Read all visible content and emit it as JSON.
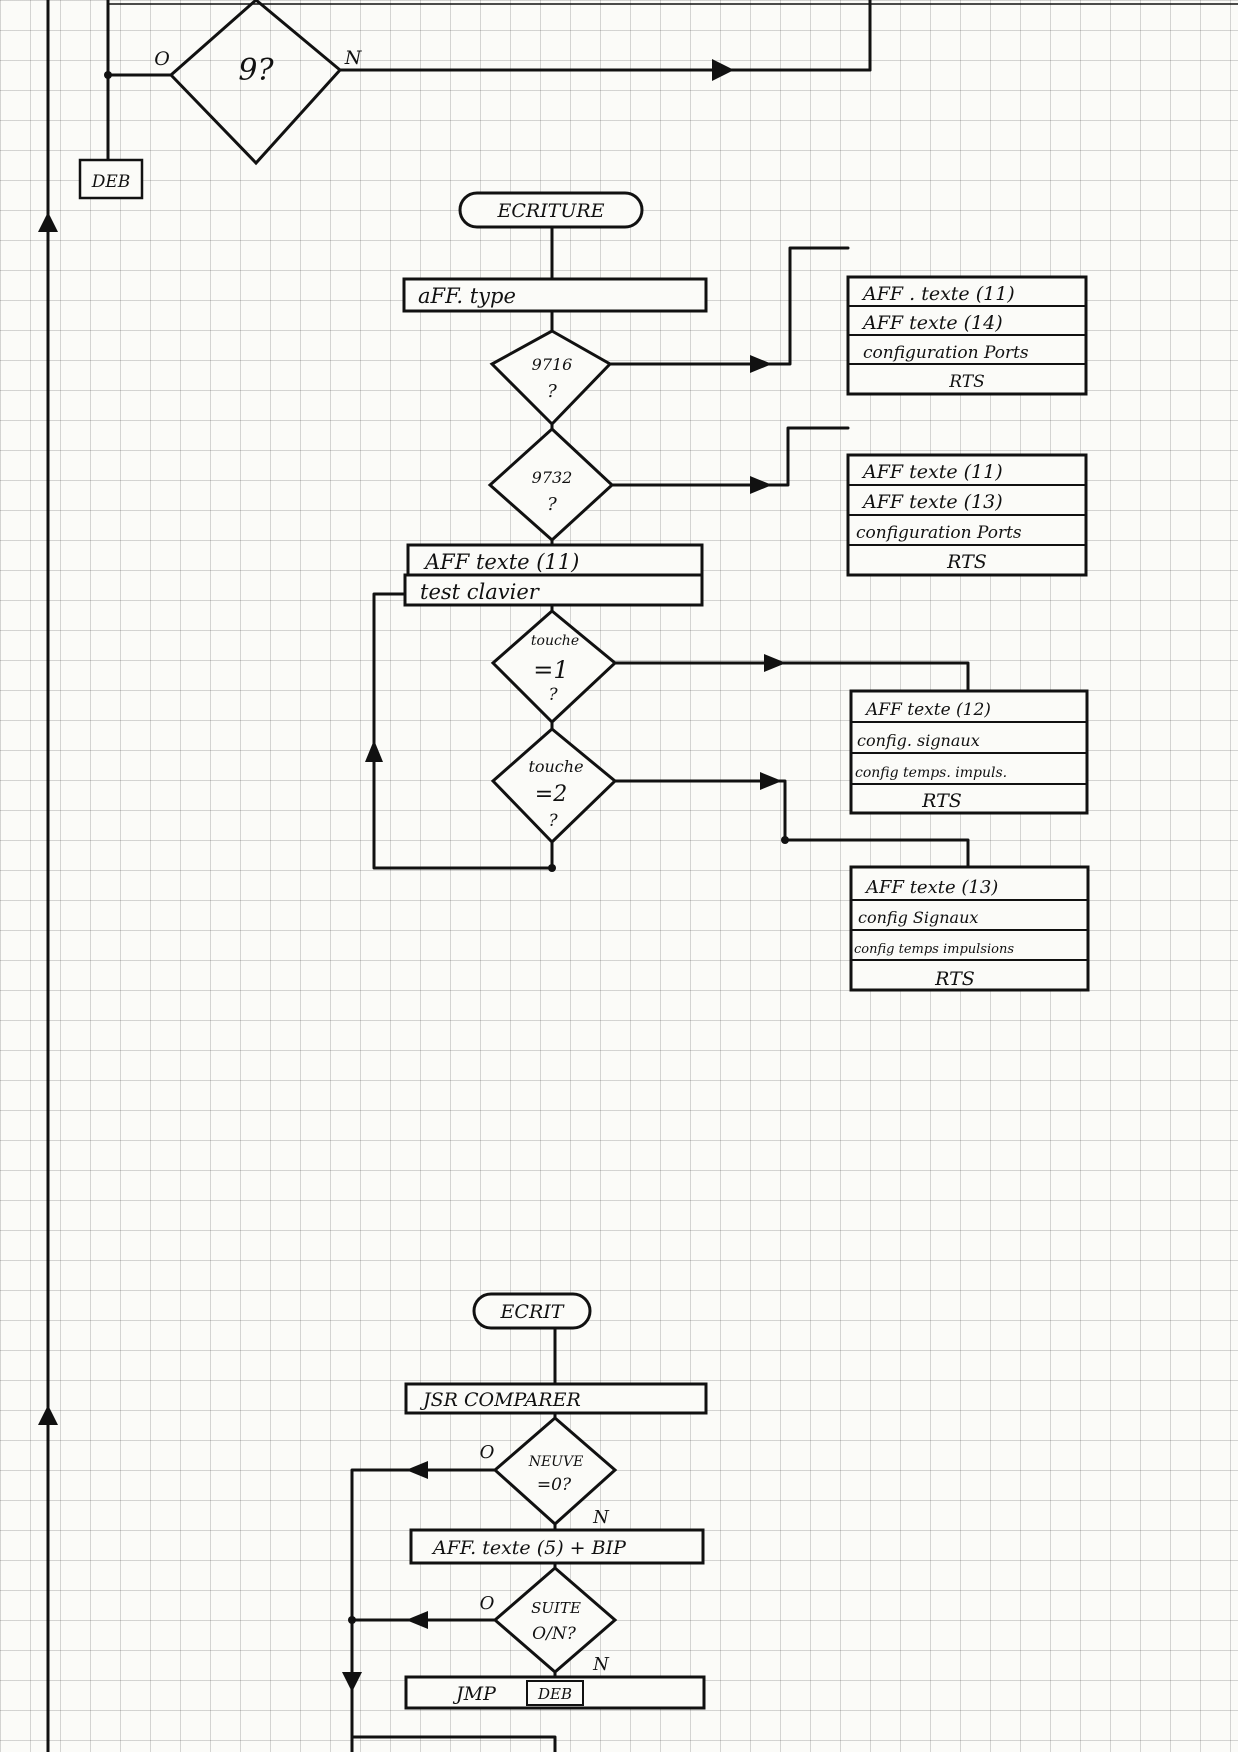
{
  "colors": {
    "ink": "#111111",
    "paper": "#fbfbf8",
    "grid": "#5a5a5a"
  },
  "top": {
    "decision": {
      "text": "9?",
      "yes": "O",
      "no": "N"
    },
    "deb_label": "DEB"
  },
  "ecriture": {
    "terminal": "ECRITURE",
    "aff_type": "aFF. type",
    "d1": {
      "line1": "9716",
      "line2": "?"
    },
    "d2": {
      "line1": "9732",
      "line2": "?"
    },
    "b1": [
      "AFF . texte (11)",
      "AFF texte (14)",
      "configuration Ports",
      "RTS"
    ],
    "b2": [
      "AFF texte (11)",
      "AFF texte (13)",
      "configuration Ports",
      "RTS"
    ],
    "p1": "AFF texte (11)",
    "p2": "test clavier",
    "d3": {
      "line1": "touche",
      "line2": "=1",
      "line3": "?"
    },
    "d4": {
      "line1": "touche",
      "line2": "=2",
      "line3": "?"
    },
    "b3": [
      "AFF texte (12)",
      "config. signaux",
      "config temps. impuls.",
      "RTS"
    ],
    "b4": [
      "AFF texte (13)",
      "config Signaux",
      "config temps impulsions",
      "RTS"
    ]
  },
  "ecrit": {
    "terminal": "ECRIT",
    "p1": "JSR COMPARER",
    "d1": {
      "line1": "NEUVE",
      "line2": "=0?",
      "yes": "O",
      "no": "N"
    },
    "p2": "AFF. texte (5) + BIP",
    "d2": {
      "line1": "SUITE",
      "line2": "O/N?",
      "yes": "O",
      "no": "N"
    },
    "p3": "JMP",
    "p3_ref": "DEB"
  }
}
